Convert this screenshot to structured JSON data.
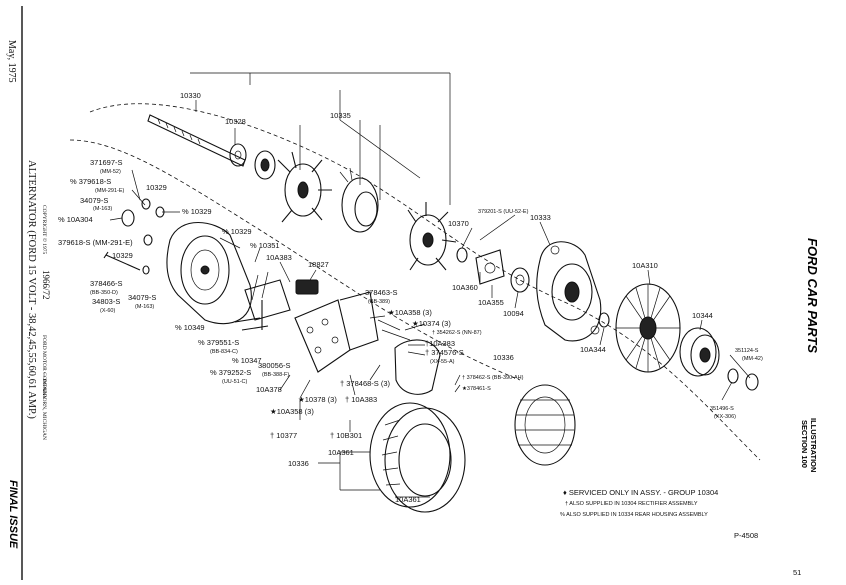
{
  "side_left": {
    "date": "May, 1975",
    "title": "ALTERNATOR (FORD 15 VOLT - 38,42,45,55,60,61 AMP.)",
    "years": "1966/72",
    "copyright": "COPYRIGHT © 1975",
    "company": "FORD MOTOR COMPANY",
    "location": "— DEARBORN, MICHIGAN",
    "final": "FINAL ISSUE"
  },
  "side_right": {
    "brand": "FORD CAR PARTS",
    "illustration": "ILLUSTRATION",
    "section": "SECTION 100"
  },
  "legend": {
    "serviced": "♦ SERVICED ONLY IN ASSY. - GROUP 10304",
    "rectifier": "† ALSO SUPPLIED IN 10304 RECTIFIER ASSEMBLY",
    "housing": "% ALSO SUPPLIED IN 10334 REAR HOUSING ASSEMBLY"
  },
  "plate_number": "P-4508",
  "page_number": "51",
  "callouts": [
    {
      "id": "c1",
      "text": "10330"
    },
    {
      "id": "c2",
      "text": "10335"
    },
    {
      "id": "c3",
      "text": "10328"
    },
    {
      "id": "c4",
      "text": "371697-S"
    },
    {
      "id": "c5",
      "text": "(MM-52)"
    },
    {
      "id": "c6",
      "text": "% 379618-S"
    },
    {
      "id": "c7",
      "text": "(MM-291-E)"
    },
    {
      "id": "c8",
      "text": "10329"
    },
    {
      "id": "c9",
      "text": "34079-S"
    },
    {
      "id": "c10",
      "text": "(M-163)"
    },
    {
      "id": "c11",
      "text": "% 10A304"
    },
    {
      "id": "c12",
      "text": "% 10329"
    },
    {
      "id": "c13",
      "text": "379618-S (MM-291-E)"
    },
    {
      "id": "c14",
      "text": "10329"
    },
    {
      "id": "c15",
      "text": "% 10329"
    },
    {
      "id": "c16",
      "text": "% 10351"
    },
    {
      "id": "c17",
      "text": "10A383"
    },
    {
      "id": "c18",
      "text": "18827"
    },
    {
      "id": "c19",
      "text": "378466-S"
    },
    {
      "id": "c20",
      "text": "(BB-350-D)"
    },
    {
      "id": "c21",
      "text": "34803-S"
    },
    {
      "id": "c22",
      "text": "(X-60)"
    },
    {
      "id": "c23",
      "text": "34079-S"
    },
    {
      "id": "c24",
      "text": "(M-163)"
    },
    {
      "id": "c25",
      "text": "% 10349"
    },
    {
      "id": "c26",
      "text": "% 379551-S"
    },
    {
      "id": "c27",
      "text": "(BB-834-C)"
    },
    {
      "id": "c28",
      "text": "% 10347"
    },
    {
      "id": "c29",
      "text": "% 379252-S"
    },
    {
      "id": "c30",
      "text": "(UU-51-C)"
    },
    {
      "id": "c31",
      "text": "380056-S"
    },
    {
      "id": "c32",
      "text": "(BB-388-F)"
    },
    {
      "id": "c33",
      "text": "10A378"
    },
    {
      "id": "c34",
      "text": "★10378 (3)"
    },
    {
      "id": "c35",
      "text": "★10A358 (3)"
    },
    {
      "id": "c36",
      "text": "† 10377"
    },
    {
      "id": "c37",
      "text": "378463-S"
    },
    {
      "id": "c38",
      "text": "(BB-389)"
    },
    {
      "id": "c39",
      "text": "★10A358 (3)"
    },
    {
      "id": "c40",
      "text": "★10374 (3)"
    },
    {
      "id": "c41",
      "text": "† 354262-S (NN-87)"
    },
    {
      "id": "c42",
      "text": "†10A383"
    },
    {
      "id": "c43",
      "text": "† 374576-S"
    },
    {
      "id": "c44",
      "text": "(XX-55-A)"
    },
    {
      "id": "c45",
      "text": "10336"
    },
    {
      "id": "c46",
      "text": "† 378468-S (3)"
    },
    {
      "id": "c47",
      "text": "† 10A383"
    },
    {
      "id": "c48",
      "text": "† 378462-S (BB-390-AH)"
    },
    {
      "id": "c49",
      "text": "★378461-S"
    },
    {
      "id": "c50",
      "text": "† 10B301"
    },
    {
      "id": "c51",
      "text": "10370"
    },
    {
      "id": "c52",
      "text": "379201-S (UU-52-E)"
    },
    {
      "id": "c53",
      "text": "10333"
    },
    {
      "id": "c54",
      "text": "10A360"
    },
    {
      "id": "c55",
      "text": "10A355"
    },
    {
      "id": "c56",
      "text": "10094"
    },
    {
      "id": "c57",
      "text": "10A310"
    },
    {
      "id": "c58",
      "text": "10A344"
    },
    {
      "id": "c59",
      "text": "10344"
    },
    {
      "id": "c60",
      "text": "351124-S"
    },
    {
      "id": "c61",
      "text": "(MM-42)"
    },
    {
      "id": "c62",
      "text": "351496-S"
    },
    {
      "id": "c63",
      "text": "(XX-306)"
    },
    {
      "id": "c64",
      "text": "10336"
    },
    {
      "id": "c65",
      "text": "10A361"
    },
    {
      "id": "c66",
      "text": "10A361"
    }
  ]
}
